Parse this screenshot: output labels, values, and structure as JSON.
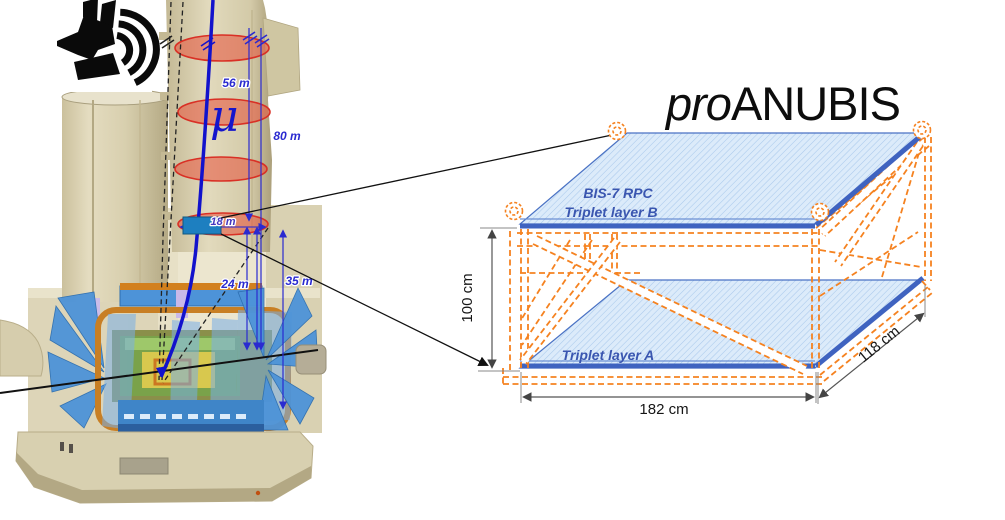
{
  "title": {
    "prefix": "pro",
    "main": "ANUBIS"
  },
  "icons": {
    "logo": "anubis-jackal-logo"
  },
  "shaft_view": {
    "mu_label": "μ",
    "labels": {
      "d56": "56 m",
      "d80": "80 m",
      "d18": "18 m",
      "d24": "24 m",
      "d35": "35 m"
    }
  },
  "detector_diagram": {
    "layer_b_title": "BIS-7 RPC",
    "layer_b_subtitle": "Triplet layer B",
    "layer_a_label": "Triplet layer A",
    "dim_height": "100 cm",
    "dim_width": "182 cm",
    "dim_depth": "118 cm"
  },
  "colors": {
    "frame_orange": "#F58220",
    "layer_fill": "#DCEBFA",
    "layer_edge": "#3F63C0",
    "ellipse_red": "#E8503A",
    "annotation_blue": "#2A2AD0",
    "muon_blue": "#1212CC",
    "cavern_beige": "#D8CFAE"
  }
}
